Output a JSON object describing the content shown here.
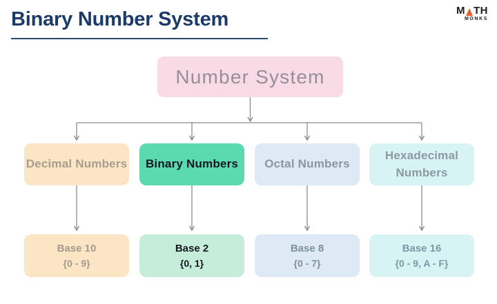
{
  "page": {
    "title": "Binary Number System"
  },
  "logo": {
    "word_top_left": "M",
    "word_top_right": "TH",
    "word_bottom": "MONKS"
  },
  "colors": {
    "background": "#ffffff",
    "title": "#1c3a67",
    "title_underline": "#2a4a72",
    "arrows": "#8b8b8b",
    "logo_text": "#1a1a1a",
    "logo_triangle": "#e65f2b"
  },
  "tree": {
    "root": {
      "label": "Number System",
      "bg": "#f9dbe6",
      "fg": "#968f99"
    },
    "branches": [
      {
        "name": "decimal",
        "label": "Decimal Numbers",
        "bg": "#fbe5c5",
        "fg": "#a89d8f",
        "leaf": {
          "base": "Base 10",
          "digits": "{0 - 9}",
          "bg": "#fbe5c5",
          "fg": "#a39a8c"
        }
      },
      {
        "name": "binary",
        "label": "Binary Numbers",
        "bg": "#5bd9af",
        "fg": "#12181d",
        "leaf": {
          "base": "Base 2",
          "digits": "{0, 1}",
          "bg": "#c6ecda",
          "fg": "#12181d"
        }
      },
      {
        "name": "octal",
        "label": "Octal Numbers",
        "bg": "#dde9f5",
        "fg": "#8b95a1",
        "leaf": {
          "base": "Base 8",
          "digits": "{0 - 7}",
          "bg": "#dde9f5",
          "fg": "#7e8f9c"
        }
      },
      {
        "name": "hexadecimal",
        "label": "Hexadecimal Numbers",
        "bg": "#d8f3f4",
        "fg": "#8a9aa3",
        "leaf": {
          "base": "Base 16",
          "digits": "{0 - 9, A - F}",
          "bg": "#d8f3f4",
          "fg": "#7d97a3"
        }
      }
    ]
  }
}
